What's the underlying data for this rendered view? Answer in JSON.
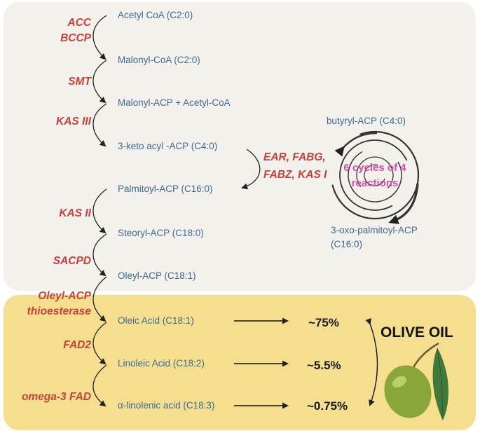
{
  "enzymes": {
    "acc": "ACC",
    "bccp": "BCCP",
    "smt": "SMT",
    "kas3": "KAS III",
    "kas2": "KAS II",
    "sacpd": "SACPD",
    "thio1": "Oleyl-ACP",
    "thio2": "thioesterase",
    "fad2": "FAD2",
    "omega3": "omega-3 FAD"
  },
  "metabolites": {
    "acetyl_coa": "Acetyl CoA (C2:0)",
    "malonyl_coa": "Malonyl-CoA (C2:0)",
    "malonyl_acp": "Malonyl-ACP + Acetyl-CoA",
    "ketoacyl": "3-keto acyl -ACP (C4:0)",
    "palmitoyl": "Palmitoyl-ACP (C16:0)",
    "steoryl": "Steoryl-ACP (C18:0)",
    "oleyl_acp": "Oleyl-ACP (C18:1)",
    "oleic": "Oleic Acid (C18:1)",
    "linoleic": "Linoleic Acid (C18:2)",
    "linolenic": "α-linolenic acid (C18:3)"
  },
  "cycle": {
    "enzymes_line1": "EAR, FABG,",
    "enzymes_line2": "FABZ, KAS I",
    "label_line1": "6 cycles of 4",
    "label_line2": "reactions",
    "butyryl": "butyryl-ACP (C4:0)",
    "oxopalm_line1": "3-oxo-palmitoyl-ACP",
    "oxopalm_line2": "(C16:0)"
  },
  "percentages": {
    "oleic": "~75%",
    "linoleic": "~5.5%",
    "linolenic": "~0.75%"
  },
  "olive_oil_title": "OLIVE OIL",
  "colors": {
    "enzyme": "#c8403a",
    "metabolite": "#3a6b94",
    "cycle_label": "#d54ea8",
    "top_panel": "#f4f1ec",
    "bottom_panel": "#f5df8e",
    "olive": "#8aa63a",
    "leaf": "#3f7a3a"
  }
}
